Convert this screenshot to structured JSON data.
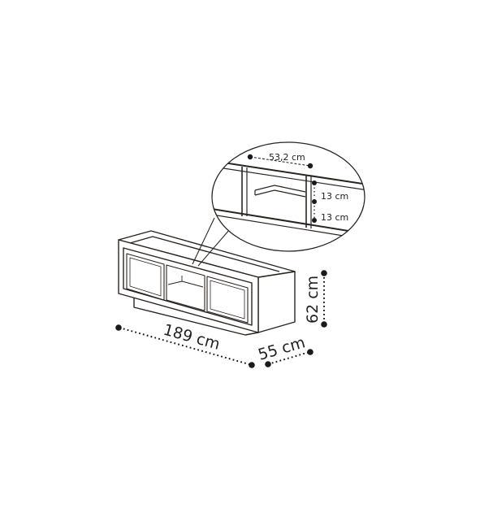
{
  "diagram": {
    "dimensions": {
      "width": "189 cm",
      "depth": "55 cm",
      "height": "62 cm"
    },
    "detail": {
      "shelf_width": "53,2 cm",
      "upper_gap": "13 cm",
      "lower_gap": "13 cm"
    }
  },
  "colors": {
    "line": "#2a2420",
    "dot": "#1a1a1a",
    "background": "#ffffff"
  }
}
